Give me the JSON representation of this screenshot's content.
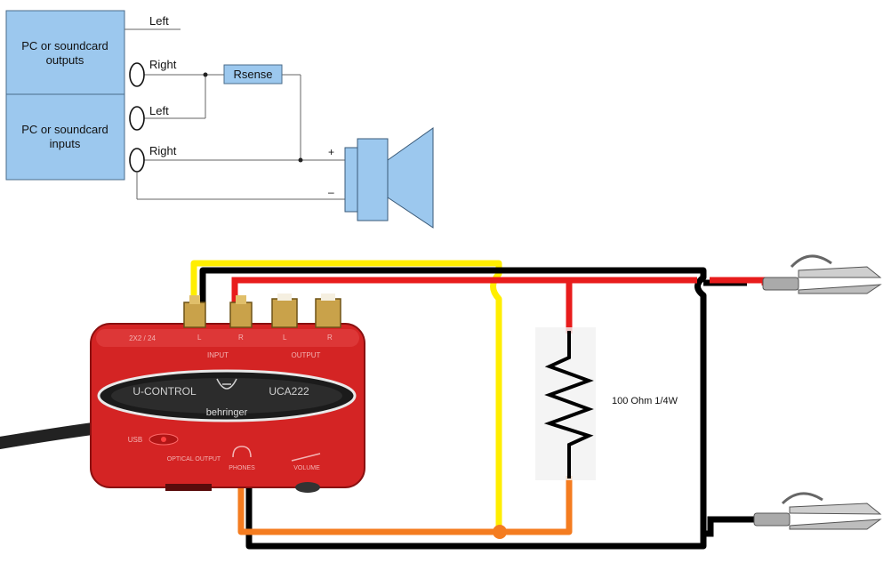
{
  "schematic": {
    "outputs_box": {
      "line1": "PC or soundcard",
      "line2": "outputs"
    },
    "inputs_box": {
      "line1": "PC or soundcard",
      "line2": "inputs"
    },
    "out_left_label": "Left",
    "out_right_label": "Right",
    "in_left_label": "Left",
    "in_right_label": "Right",
    "rsense_label": "Rsense",
    "plus_label": "+",
    "minus_label": "–"
  },
  "wiring": {
    "resistor_label": "100 Ohm 1/4W",
    "device": {
      "brand_logo": "behringer",
      "left_text": "U-CONTROL",
      "right_text": "UCA222",
      "input_label": "INPUT",
      "output_label": "OUTPUT",
      "usb_label": "USB",
      "optical_label": "OPTICAL OUTPUT",
      "phones_label": "PHONES",
      "volume_label": "VOLUME",
      "ch_l": "L",
      "ch_r": "R",
      "usb_top": "2X2 / 24"
    },
    "colors": {
      "yellow": "#ffee00",
      "red": "#e81c1c",
      "black": "#000000",
      "orange": "#f47c20",
      "device_red": "#d42424",
      "box_blue": "#9cc8ee"
    }
  }
}
